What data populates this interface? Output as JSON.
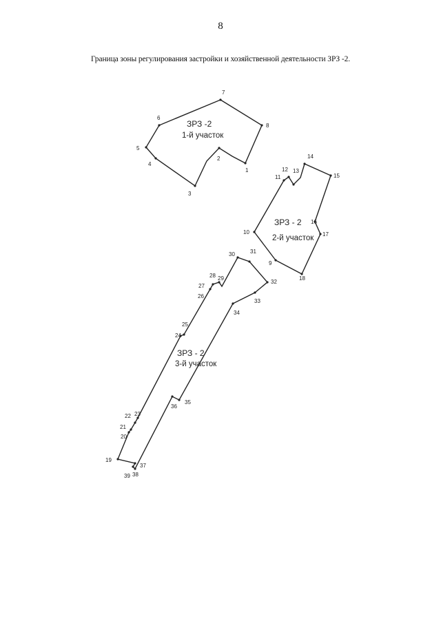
{
  "page": {
    "number": "8"
  },
  "title": "Граница зоны регулирования застройки и хозяйственной деятельности ЗРЗ -2.",
  "zones": [
    {
      "name": "ЗРЗ -2",
      "subtitle": "1-й участок",
      "vertex_labels": [
        "1",
        "2",
        "3",
        "4",
        "5",
        "6",
        "7",
        "8"
      ]
    },
    {
      "name": "ЗРЗ - 2",
      "subtitle": "2-й участок",
      "vertex_labels": [
        "9",
        "10",
        "11",
        "12",
        "13",
        "14",
        "15",
        "16",
        "17",
        "18"
      ]
    },
    {
      "name": "ЗРЗ - 2",
      "subtitle": "3-й участок",
      "vertex_labels": [
        "19",
        "20",
        "21",
        "22",
        "23",
        "24",
        "25",
        "26",
        "27",
        "28",
        "29",
        "30",
        "31",
        "32",
        "33",
        "34",
        "35",
        "36",
        "37",
        "38",
        "39"
      ]
    }
  ]
}
